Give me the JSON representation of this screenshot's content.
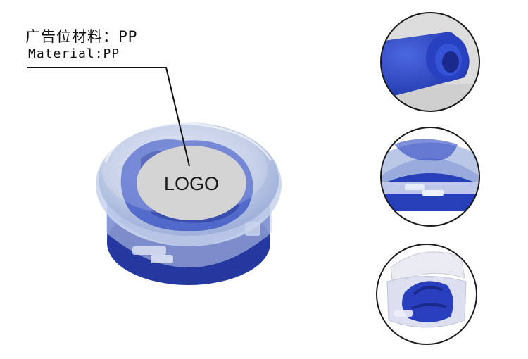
{
  "labels": {
    "material_cn": "广告位材料：PP",
    "material_en": "Material:PP"
  },
  "logo_plate": {
    "text": "LOGO"
  },
  "colors": {
    "silicone_blue": "#2a46c8",
    "lid_translucent": "#cfd8ec",
    "logo_plate": "#d4d4d4",
    "leader_line": "#111111"
  }
}
